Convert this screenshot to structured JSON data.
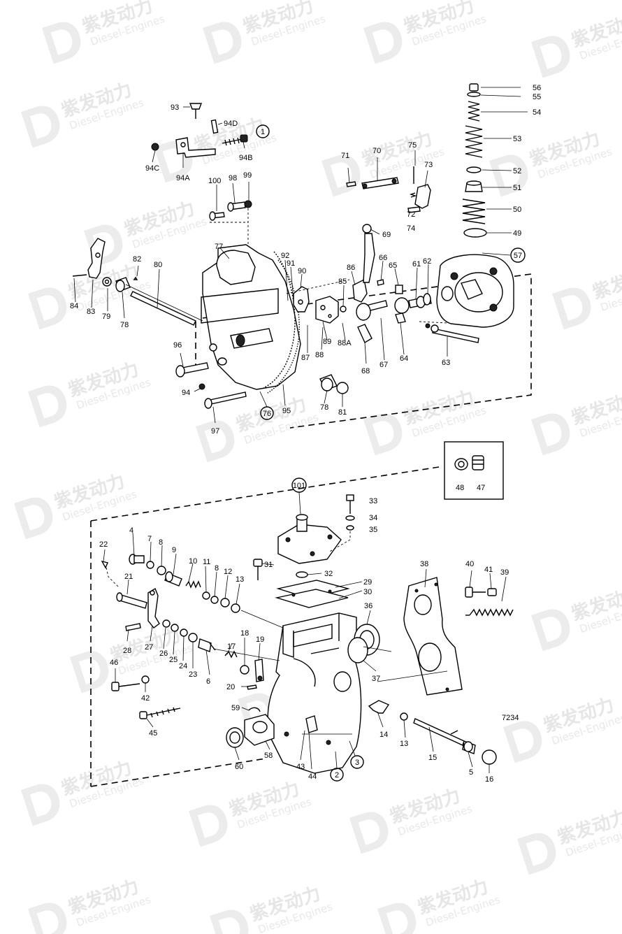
{
  "watermark": {
    "brand": "紫发动力",
    "subtitle": "Diesel-Engines"
  },
  "figure_number": "7234",
  "circled_labels": [
    "1",
    "57",
    "76",
    "101",
    "2",
    "3"
  ],
  "part_labels": [
    "93",
    "94D",
    "94B",
    "94C",
    "94A",
    "100",
    "98",
    "99",
    "71",
    "70",
    "75",
    "73",
    "72",
    "74",
    "69",
    "56",
    "55",
    "54",
    "53",
    "52",
    "51",
    "50",
    "49",
    "82",
    "80",
    "84",
    "83",
    "79",
    "78",
    "77",
    "92",
    "91",
    "90",
    "86",
    "66",
    "65",
    "61",
    "62",
    "85",
    "89",
    "88A",
    "87",
    "88",
    "68",
    "67",
    "64",
    "63",
    "96",
    "94",
    "97",
    "95",
    "78",
    "81",
    "48",
    "47",
    "33",
    "34",
    "35",
    "22",
    "4",
    "7",
    "8",
    "9",
    "10",
    "11",
    "8",
    "12",
    "13",
    "31",
    "32",
    "29",
    "30",
    "36",
    "38",
    "40",
    "41",
    "39",
    "21",
    "28",
    "27",
    "26",
    "25",
    "24",
    "23",
    "6",
    "17",
    "18",
    "19",
    "20",
    "46",
    "42",
    "37",
    "59",
    "45",
    "14",
    "13",
    "15",
    "5",
    "16",
    "60",
    "58",
    "43",
    "44"
  ]
}
